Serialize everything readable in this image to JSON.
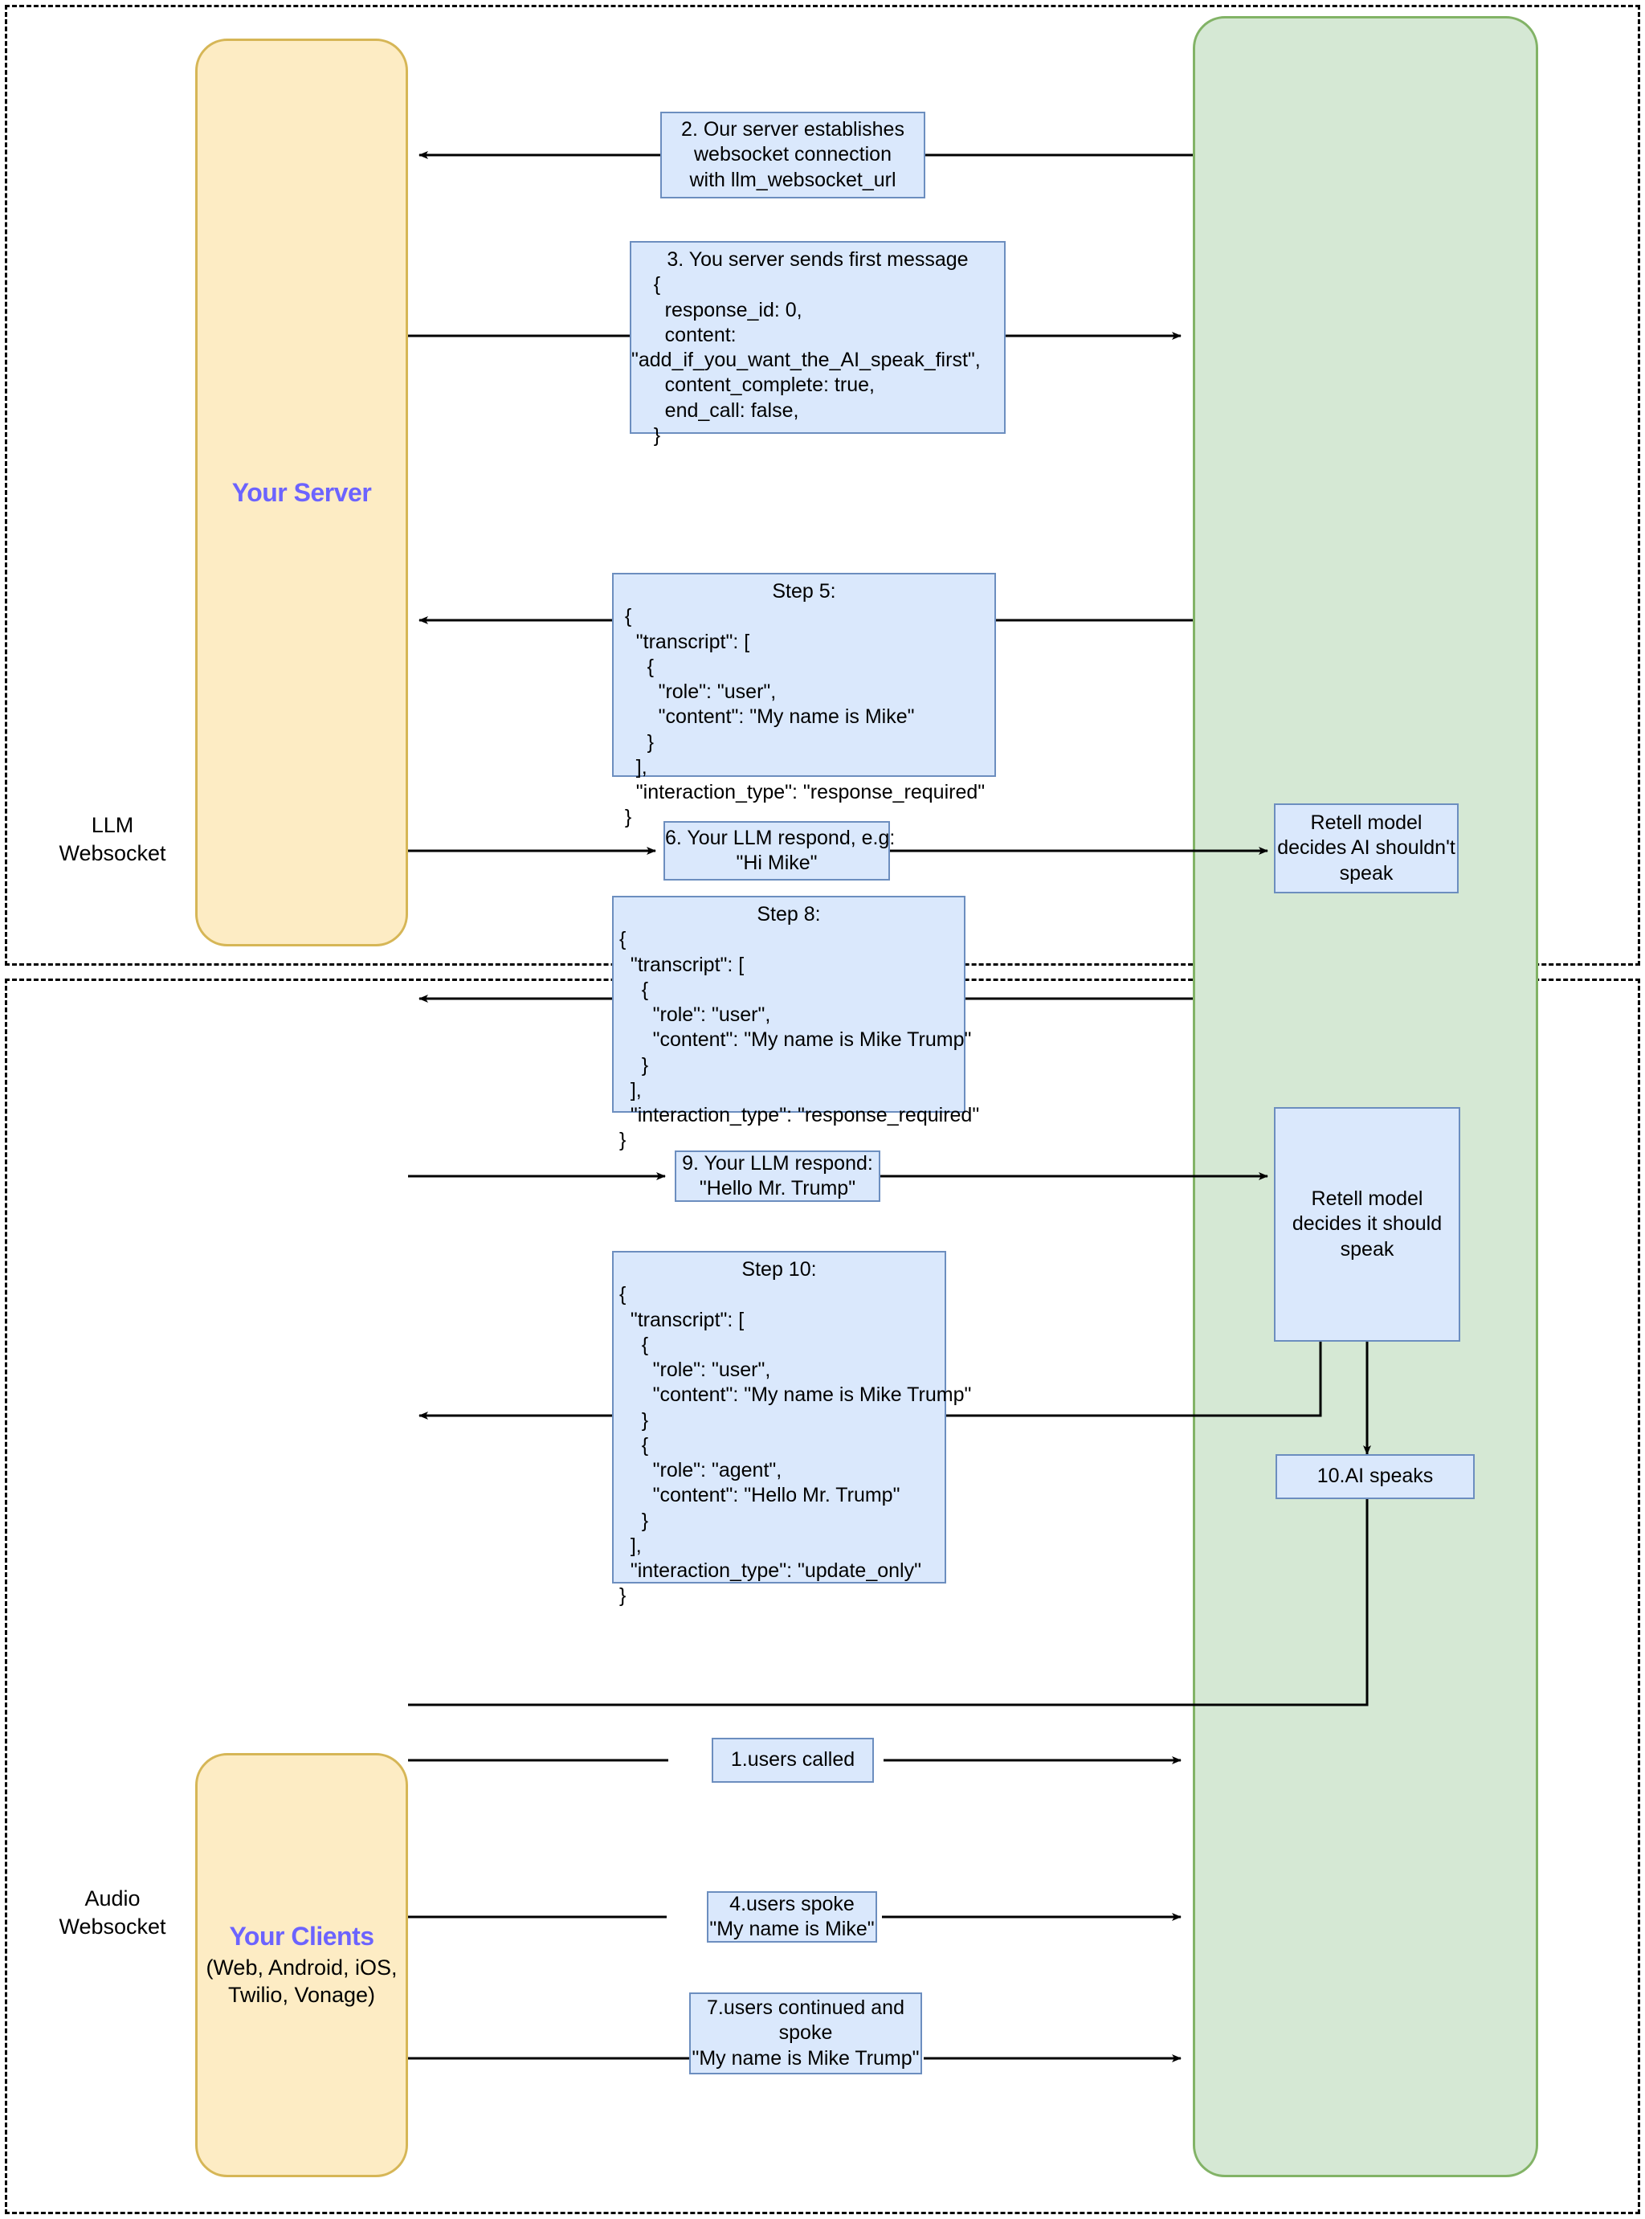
{
  "regions": {
    "llm": {
      "label": "LLM\nWebsocket"
    },
    "audio": {
      "label": "Audio\nWebsocket"
    }
  },
  "lanes": {
    "server": {
      "title": "Your Server",
      "subtitle": ""
    },
    "clients": {
      "title": "Your Clients",
      "subtitle": "(Web, Android, iOS,\nTwilio, Vonage)"
    },
    "retell": {
      "title": "",
      "subtitle": ""
    }
  },
  "colors": {
    "lane_yellow_fill": "#fdecc4",
    "lane_yellow_stroke": "#d6b656",
    "lane_green_fill": "#d5e8d4",
    "lane_green_stroke": "#82b366",
    "box_fill": "#dae8fc",
    "box_stroke": "#6c8ebf",
    "lane_title": "#6c63ff",
    "edge": "#000000"
  },
  "boxes": {
    "step2": "2. Our server establishes\nwebsocket connection\nwith llm_websocket_url",
    "step3_header": "3. You server sends first message",
    "step3_body": "    {\n      response_id: 0,\n      content:\n\"add_if_you_want_the_AI_speak_first\",\n      content_complete: true,\n      end_call: false,\n    }",
    "step5_header": "Step 5:",
    "step5_body": "  {\n    \"transcript\": [\n      {\n        \"role\": \"user\",\n        \"content\": \"My name is Mike\"\n      }\n    ],\n    \"interaction_type\": \"response_required\"\n  }",
    "step6": "6. Your LLM respond, e.g:\n\"Hi Mike\"",
    "retell_no_speak": "Retell model\ndecides AI shouldn't\nspeak",
    "step8_header": "Step 8:",
    "step8_body": " {\n   \"transcript\": [\n     {\n       \"role\": \"user\",\n       \"content\": \"My name is Mike Trump\"\n     }\n   ],\n   \"interaction_type\": \"response_required\"\n }",
    "step9": "9. Your LLM respond:\n\"Hello Mr. Trump\"",
    "retell_should_speak": "Retell model\ndecides it should\nspeak",
    "step10_header": "Step 10:",
    "step10_body": " {\n   \"transcript\": [\n     {\n       \"role\": \"user\",\n       \"content\": \"My name is Mike Trump\"\n     }\n     {\n       \"role\": \"agent\",\n       \"content\": \"Hello Mr. Trump\"\n     }\n   ],\n   \"interaction_type\": \"update_only\"\n }",
    "ai_speaks": "10.AI speaks",
    "step1": "1.users called",
    "step4": "4.users spoke\n\"My name is Mike\"",
    "step7": "7.users continued and\nspoke\n\"My name is Mike Trump\""
  }
}
